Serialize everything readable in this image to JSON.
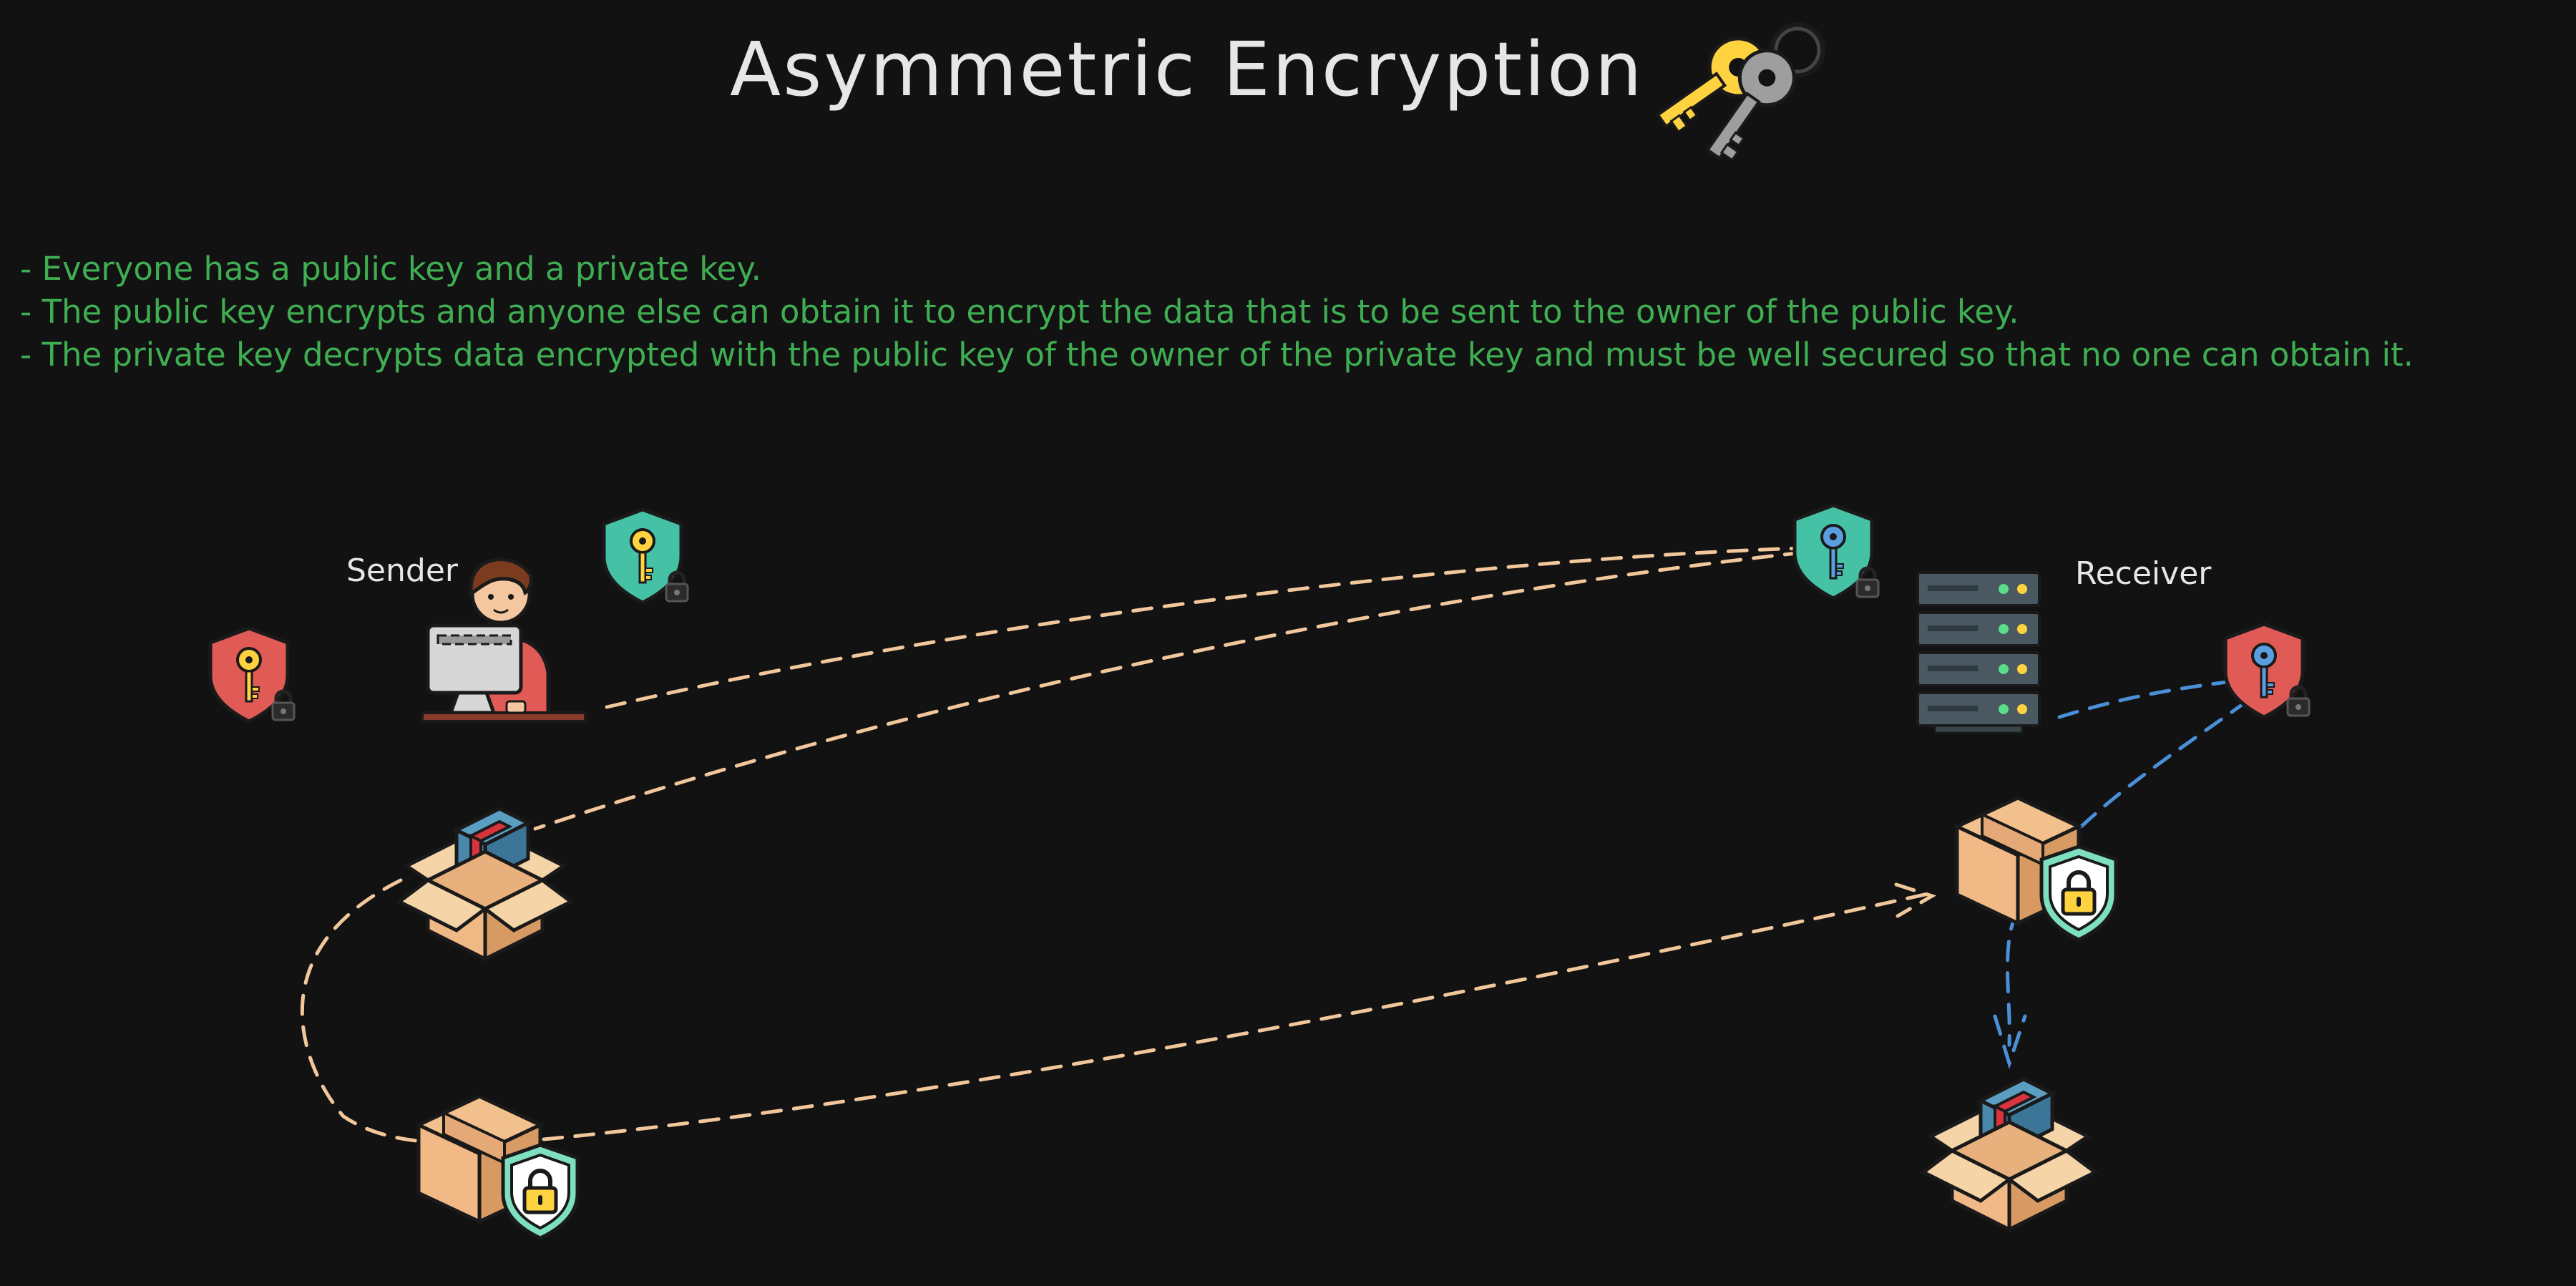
{
  "title": "Asymmetric Encryption",
  "notes": [
    "- Everyone has a public key and a private key.",
    "- The public key encrypts and anyone else can obtain it to encrypt the data that is to be sent to the owner of the public key.",
    "- The private key decrypts data encrypted with the public key of the owner of the private key and must be well secured so that no one can obtain it."
  ],
  "labels": {
    "sender": "Sender",
    "receiver": "Receiver"
  },
  "colors": {
    "background": "#121212",
    "title": "#e6e6e6",
    "notes": "#3fae52",
    "sender_path": "#f2c79b",
    "receiver_path": "#4a90d9"
  },
  "icons": [
    "keys-icon",
    "sender-private-key-shield-icon",
    "sender-public-key-shield-icon",
    "person-at-computer-icon",
    "receiver-public-key-shield-icon",
    "server-rack-icon",
    "receiver-private-key-shield-icon",
    "open-box-icon",
    "locked-box-icon"
  ]
}
